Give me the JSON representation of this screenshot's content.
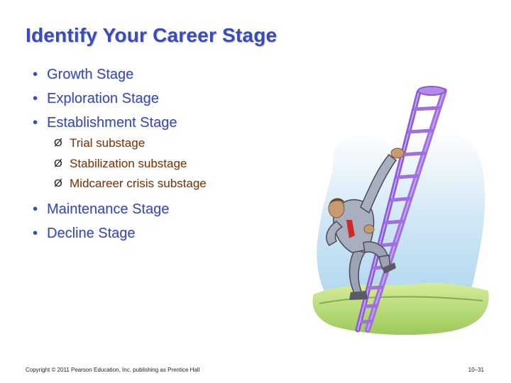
{
  "slide": {
    "title": "Identify Your Career Stage",
    "bullets_top": [
      {
        "label": "Growth Stage"
      },
      {
        "label": "Exploration Stage"
      },
      {
        "label": "Establishment Stage"
      }
    ],
    "substages": [
      {
        "label": "Trial substage"
      },
      {
        "label": "Stabilization substage"
      },
      {
        "label": "Midcareer crisis substage"
      }
    ],
    "bullets_bottom": [
      {
        "label": "Maintenance Stage"
      },
      {
        "label": "Decline Stage"
      }
    ],
    "bullet_glyph": "•",
    "sub_glyph": "Ø",
    "illustration_icon": "businessman-climbing-ladder-icon",
    "colors": {
      "title": "#3a4cb8",
      "bullet_text": "#3a4cb8",
      "sub_text": "#7a3b10",
      "ladder": "#a070e0",
      "sky": "#cfe6f5"
    }
  },
  "footer": {
    "copyright": "Copyright © 2011 Pearson Education, Inc. publishing as Prentice Hall",
    "page": "10–31"
  }
}
